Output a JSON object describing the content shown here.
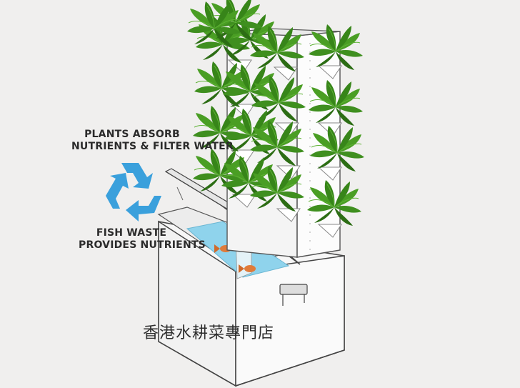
{
  "labels": {
    "plants_line1": "PLANTS ABSORB",
    "plants_line2": "NUTRIENTS & FILTER WATER",
    "fish_line1": "FISH WASTE",
    "fish_line2": "PROVIDES NUTRIENTS",
    "watermark": "香港水耕菜專門店"
  },
  "icons": {
    "cycle": "recycle-arrows-icon"
  },
  "colors": {
    "background": "#f0efee",
    "recycle": "#3aa0dc",
    "leaf": "#3f8f1f",
    "leaf_dark": "#2c6d14",
    "water": "#8fd3ec",
    "fish": "#e07b3a",
    "box": "#f7f7f7",
    "outline": "#444444"
  }
}
